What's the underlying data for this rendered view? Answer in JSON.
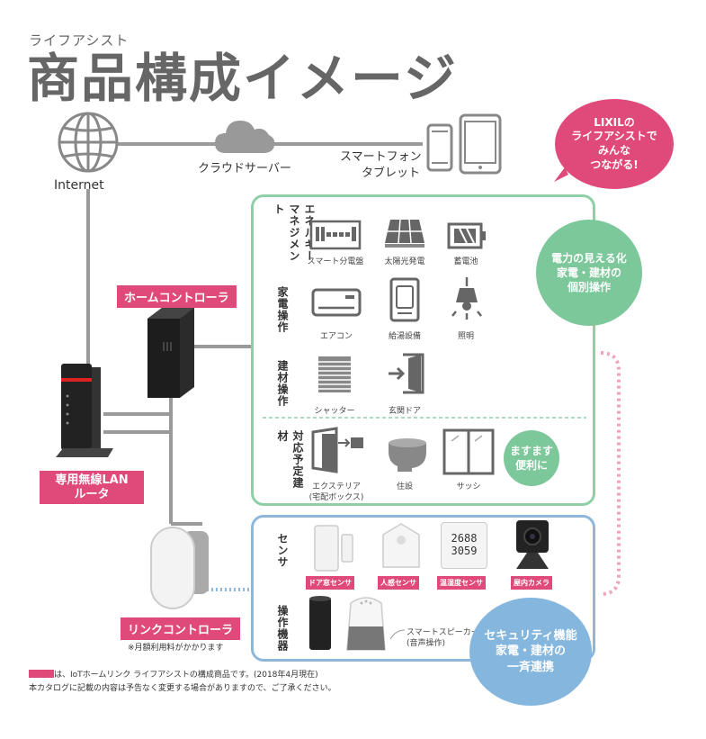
{
  "header": {
    "subtitle": "ライフアシスト",
    "title": "商品構成イメージ"
  },
  "network": {
    "internet": "Internet",
    "cloud": "クラウドサーバー",
    "smartphone_line1": "スマートフォン",
    "smartphone_line2": "タブレット"
  },
  "bubble_top": {
    "line1": "LIXILの",
    "line2": "ライフアシストで",
    "line3": "みんな",
    "line4": "つながる!"
  },
  "devices": {
    "home_controller": "ホームコントローラ",
    "router_line1": "専用無線LAN",
    "router_line2": "ルータ",
    "link_controller": "リンクコントローラ",
    "monthly_fee_note": "※月額利用料がかかります"
  },
  "energy": {
    "category": "エネルギーマネジメント",
    "items": [
      "スマート分電盤",
      "太陽光発電",
      "蓄電池"
    ]
  },
  "appliance": {
    "category": "家電操作",
    "items": [
      "エアコン",
      "給湯設備",
      "照明"
    ]
  },
  "building": {
    "category": "建材操作",
    "items": [
      "シャッター",
      "玄関ドア"
    ]
  },
  "future": {
    "category": "対応予定建材",
    "items": [
      "エクステリア",
      "(宅配ボックス)",
      "住設",
      "サッシ"
    ],
    "badge_line1": "ますます",
    "badge_line2": "便利に"
  },
  "sensor": {
    "category": "センサ",
    "items": [
      "ドア窓センサ",
      "人感センサ",
      "温湿度センサ",
      "屋内カメラ"
    ],
    "thermo_display_1": "2688",
    "thermo_display_2": "3059"
  },
  "operation": {
    "category": "操作機器",
    "speaker_line1": "スマートスピーカー",
    "speaker_line2": "(音声操作)"
  },
  "circle_green": {
    "line1": "電力の見える化",
    "line2": "家電・建材の",
    "line3": "個別操作"
  },
  "circle_blue": {
    "line1": "セキュリティ機能",
    "line2": "家電・建材の",
    "line3": "一斉連携"
  },
  "footer": {
    "legend": "は、IoTホームリンク ライフアシストの構成商品です。(2018年4月現在)",
    "disclaimer": "本カタログに記載の内容は予告なく変更する場合がありますので、ご了承ください。"
  },
  "colors": {
    "pink": "#e04a7a",
    "green_panel": "#8fcfa6",
    "blue_panel": "#8db8db",
    "green_circle": "#7cc89a",
    "blue_circle": "#84b6de",
    "line_gray": "#9a9a9a"
  }
}
